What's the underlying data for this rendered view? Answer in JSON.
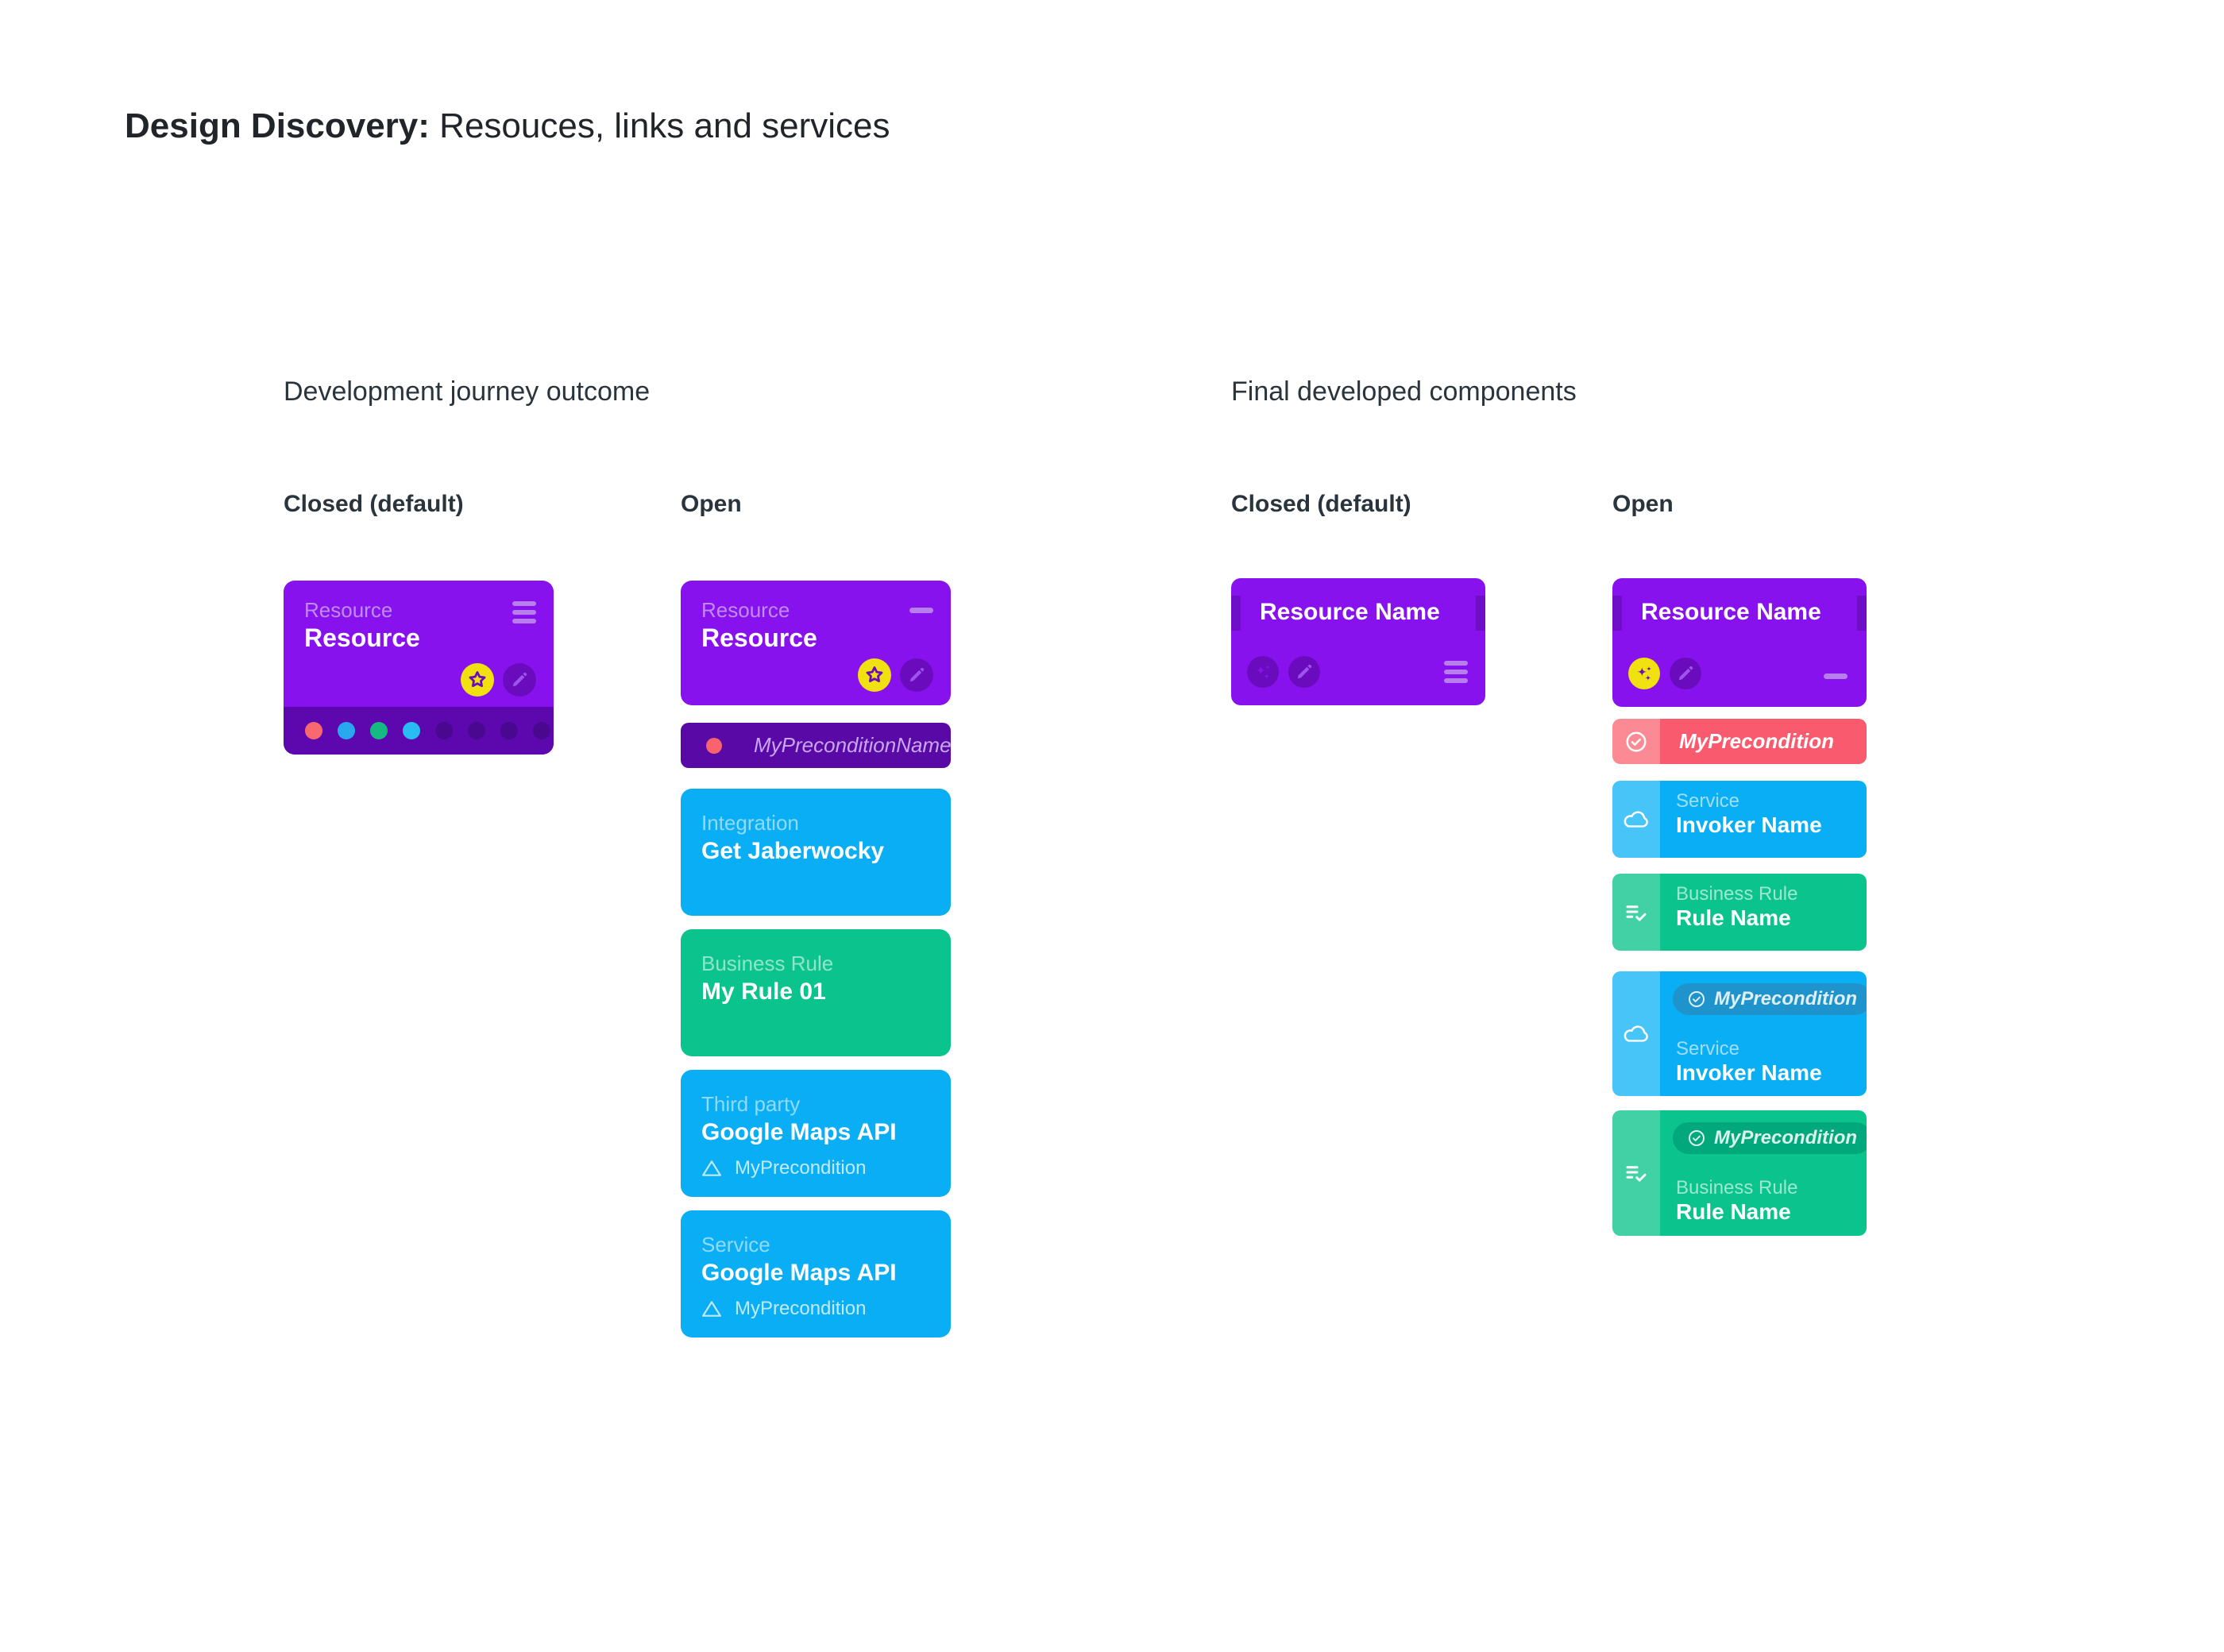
{
  "header": {
    "title_bold": "Design Discovery:",
    "title_rest": "Resouces, links and services"
  },
  "journey": {
    "heading": "Development journey outcome",
    "closed_label": "Closed (default)",
    "open_label": "Open",
    "closed_card": {
      "type_label": "Resource",
      "title": "Resource",
      "status_dots": [
        "#F7686F",
        "#29A8F0",
        "#14BA80",
        "#29BCF2",
        "#4A0790",
        "#4A0790",
        "#4A0790",
        "#4A0790"
      ]
    },
    "open_card": {
      "type_label": "Resource",
      "title": "Resource"
    },
    "precondition_chip": {
      "label": "MyPreconditionName"
    },
    "integration_card": {
      "type_label": "Integration",
      "title": "Get Jaberwocky"
    },
    "rule_card": {
      "type_label": "Business Rule",
      "title": "My Rule 01"
    },
    "third_party_card": {
      "type_label": "Third party",
      "title": "Google Maps API",
      "precondition_label": "MyPrecondition"
    },
    "service_card": {
      "type_label": "Service",
      "title": "Google Maps API",
      "precondition_label": "MyPrecondition"
    }
  },
  "final": {
    "heading": "Final developed components",
    "closed_label": "Closed (default)",
    "open_label": "Open",
    "closed_card": {
      "title": "Resource Name"
    },
    "open_card": {
      "title": "Resource Name"
    },
    "precondition_chip": {
      "label": "MyPrecondition"
    },
    "service_card": {
      "type_label": "Service",
      "title": "Invoker Name"
    },
    "rule_card": {
      "type_label": "Business Rule",
      "title": "Rule Name"
    },
    "service_precondition_card": {
      "pill_label": "MyPrecondition",
      "type_label": "Service",
      "title": "Invoker Name"
    },
    "rule_precondition_card": {
      "pill_label": "MyPrecondition",
      "type_label": "Business Rule",
      "title": "Rule Name"
    }
  },
  "icons": {
    "menu_icon": "≡",
    "collapse_icon": "−",
    "star_icon": "☆",
    "edit_icon": "✎",
    "sparkles_icon": "✦",
    "cloud_icon": "☁",
    "rule_list_check_icon": "☰✓",
    "check_circle_icon": "✓",
    "warning_triangle_icon": "△",
    "status_dot_icon": "●"
  },
  "colors": {
    "canvas_bg": "#FFFFFF",
    "title_text": "#212529",
    "heading_text": "#2A343C",
    "purple": "#8712EE",
    "purple_dark": "#6A0CBE",
    "purple_deep": "#5C08AE",
    "purple_chip": "#5809A6",
    "purple_notch": "#6E0EC6",
    "label_on_purple": "#BE8CF4",
    "icon_on_purple": "#B77FEC",
    "chip_text": "#C9A6F0",
    "pencil_purple": "#9D53EC",
    "yellow": "#F2E111",
    "blue": "#0AAEF5",
    "blue_light": "#47C5F8",
    "blue_pill": "#1F93CB",
    "green": "#0BC48D",
    "green_light": "#41D1A4",
    "green_pill": "#00A87C",
    "red": "#FA5A6D",
    "red_light": "#FB8A94",
    "red_dot": "#F8636E"
  }
}
